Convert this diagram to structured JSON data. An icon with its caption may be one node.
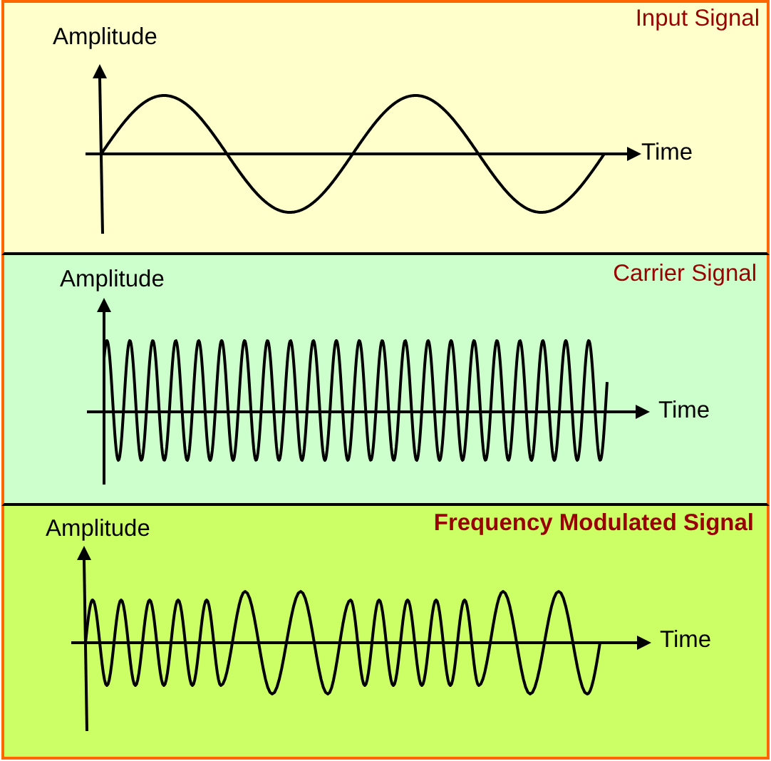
{
  "diagram": {
    "nodes": [
      {
        "text": [
          "Input Signal",
          "Amplitude",
          "Time"
        ]
      },
      {
        "text": [
          "Amplitude",
          "Carrier Signal",
          "Time"
        ]
      },
      {
        "text": [
          "Amplitude",
          "Frequency Modulated Signal",
          "Time"
        ]
      }
    ]
  }
}
